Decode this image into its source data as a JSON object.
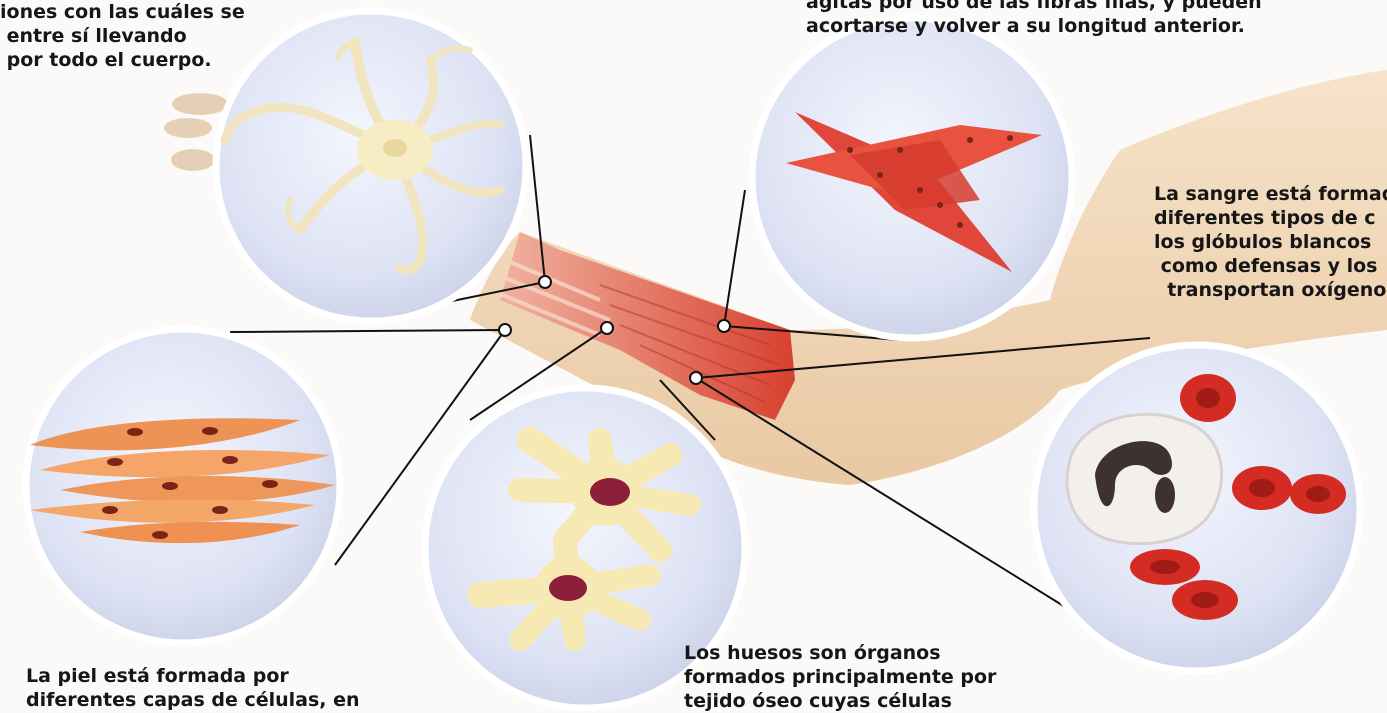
{
  "captions": {
    "neuron": "iones con las cuáles se\n entre sí llevando\n por todo el cuerpo.",
    "muscle": "agitas por uso de las fibras filas, y pueden\nacortarse y volver a su longitud anterior.",
    "blood": "La sangre está formad\ndiferentes tipos de c\nlos glóbulos blancos\n como defensas y los\n  transportan oxígeno",
    "skin": "La piel está formada por\ndiferentes capas de células, en",
    "bone": "Los huesos son órganos\nformados principalmente por\ntejido óseo cuyas células"
  },
  "colors": {
    "muscle": "#e0463a",
    "skin_cell": "#f0a063",
    "nucleus": "#7a2418",
    "bone_cell": "#f6e9b4",
    "red_blood_cell": "#d42b22",
    "white_blood_cell": "#f2efec",
    "circle_bg": "#dfe3f4",
    "arm_skin": "#f2d9b8"
  }
}
